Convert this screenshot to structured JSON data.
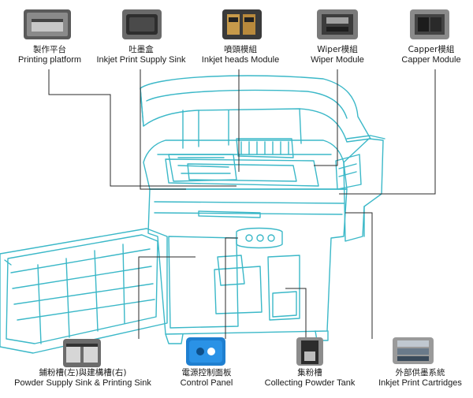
{
  "top_callouts": [
    {
      "zh": "製作平台",
      "en": "Printing platform",
      "icon": "printing-platform-photo"
    },
    {
      "zh": "吐墨盒",
      "en": "Inkjet Print Supply Sink",
      "icon": "ink-sink-photo"
    },
    {
      "zh": "噴頭模組",
      "en": "Inkjet heads Module",
      "icon": "inkjet-head-photo"
    },
    {
      "zh": "Wiper模組",
      "en": "Wiper Module",
      "icon": "wiper-module-photo"
    },
    {
      "zh": "Capper模組",
      "en": "Capper Module",
      "icon": "capper-module-photo"
    }
  ],
  "bottom_callouts": [
    {
      "zh": "鋪粉槽(左)與建構槽(右)",
      "en": "Powder Supply Sink & Printing Sink",
      "icon": "powder-sinks-photo"
    },
    {
      "zh": "電源控制面板",
      "en": "Control Panel",
      "icon": "control-panel-photo"
    },
    {
      "zh": "集粉槽",
      "en": "Collecting Powder Tank",
      "icon": "powder-tank-photo"
    },
    {
      "zh": "外部供墨系統",
      "en": "Inkjet Print Cartridges",
      "icon": "ink-cartridges-photo"
    }
  ],
  "colors": {
    "machine_line": "#3bb8c8",
    "leader_line": "#2a2a2a",
    "text": "#1a1a1a",
    "panel_blue": "#1f7fd0"
  }
}
